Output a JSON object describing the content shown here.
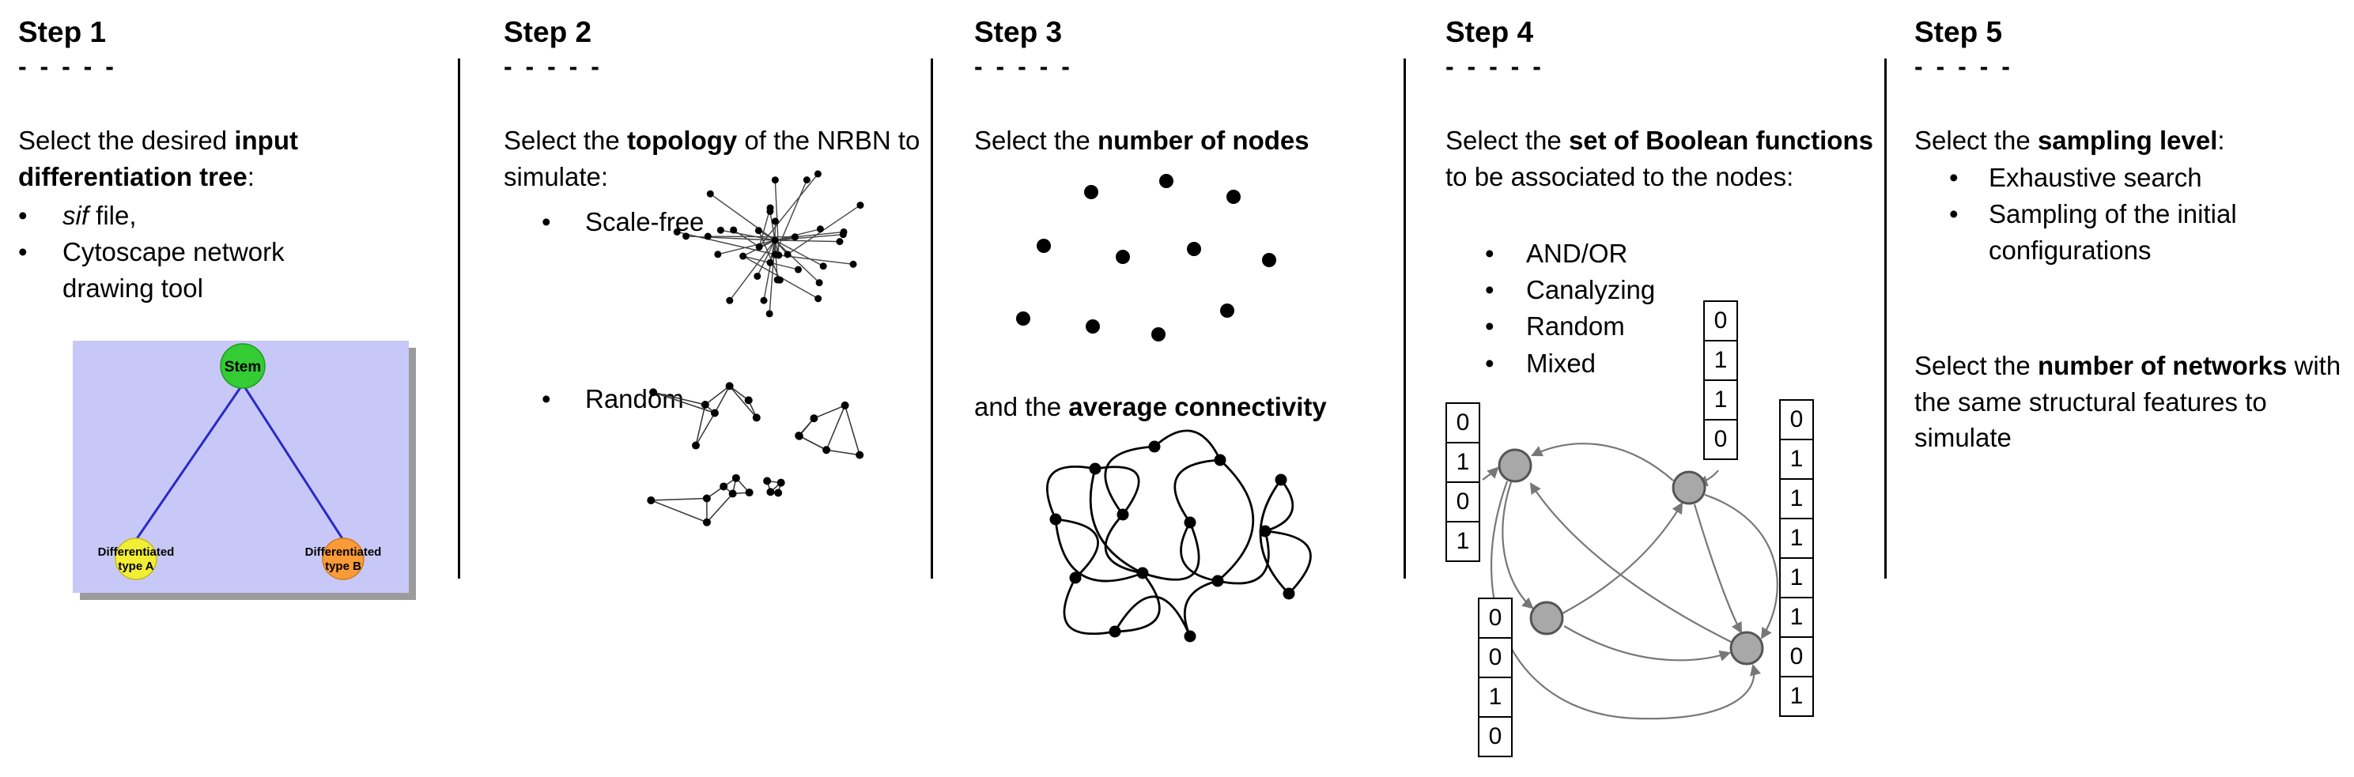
{
  "dashes": "- - - - -",
  "steps": {
    "s1": {
      "title": "Step 1",
      "intro": [
        {
          "t": "Select the desired "
        },
        {
          "t": "input differentiation tree",
          "b": true
        },
        {
          "t": ":"
        }
      ],
      "bullets": [
        [
          {
            "t": "sif",
            "i": true
          },
          {
            "t": " file,"
          }
        ],
        [
          {
            "t": "Cytoscape network drawing tool"
          }
        ]
      ],
      "tree": {
        "root_label": "Stem",
        "leaf_a": [
          "Differentiated",
          "type A"
        ],
        "leaf_b": [
          "Differentiated",
          "type B"
        ]
      },
      "tree_colors": {
        "bg": "#c8c8f8",
        "root": "#33cc33",
        "leaf_a": "#f2ee35",
        "leaf_b": "#fa9a38",
        "edge": "#2929c8"
      }
    },
    "s2": {
      "title": "Step 2",
      "intro": [
        {
          "t": "Select the "
        },
        {
          "t": "topology",
          "b": true
        },
        {
          "t": " of the NRBN to simulate:"
        }
      ],
      "bullets": [
        [
          {
            "t": "Scale-free"
          }
        ],
        [
          {
            "t": "Random"
          }
        ]
      ]
    },
    "s3": {
      "title": "Step 3",
      "intro": [
        {
          "t": "Select the "
        },
        {
          "t": "number of nodes",
          "b": true
        }
      ],
      "second": [
        {
          "t": "and the "
        },
        {
          "t": "average connectivity",
          "b": true
        }
      ]
    },
    "s4": {
      "title": "Step 4",
      "intro": [
        {
          "t": "Select the "
        },
        {
          "t": "set of Boolean functions",
          "b": true
        },
        {
          "t": " to be associated to the nodes:"
        }
      ],
      "bullets": [
        [
          {
            "t": "AND/OR"
          }
        ],
        [
          {
            "t": "Canalyzing"
          }
        ],
        [
          {
            "t": "Random"
          }
        ],
        [
          {
            "t": "Mixed"
          }
        ]
      ],
      "tables": {
        "left": [
          "0",
          "1",
          "0",
          "1"
        ],
        "top": [
          "0",
          "1",
          "1",
          "0"
        ],
        "bottom": [
          "0",
          "0",
          "1",
          "0"
        ],
        "right": [
          "0",
          "1",
          "1",
          "1",
          "1",
          "1",
          "0",
          "1"
        ]
      }
    },
    "s5": {
      "title": "Step 5",
      "intro": [
        {
          "t": "Select the "
        },
        {
          "t": "sampling level",
          "b": true
        },
        {
          "t": ":"
        }
      ],
      "bullets": [
        [
          {
            "t": "Exhaustive search"
          }
        ],
        [
          {
            "t": "Sampling of the initial configurations"
          }
        ]
      ],
      "second": [
        {
          "t": "Select the "
        },
        {
          "t": "number of networks",
          "b": true
        },
        {
          "t": " with the same structural features to simulate"
        }
      ]
    }
  }
}
